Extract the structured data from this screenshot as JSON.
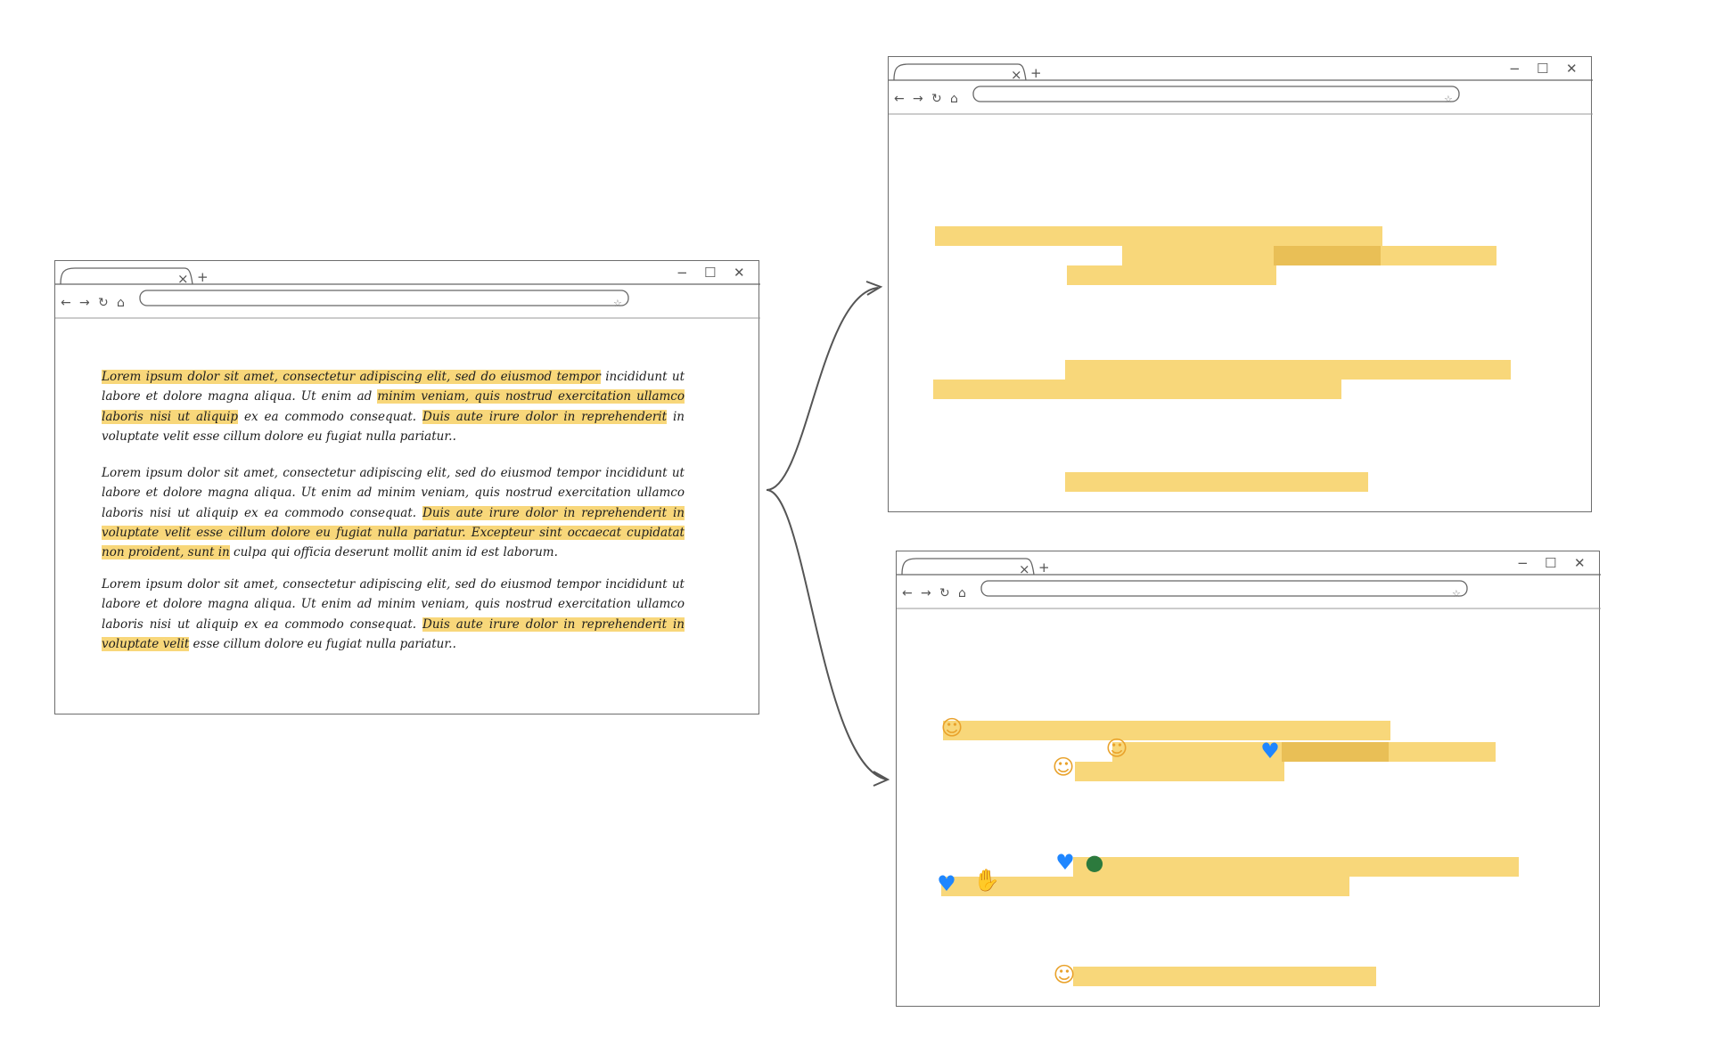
{
  "diagram": {
    "source_browser": {
      "paragraphs": [
        {
          "segments": [
            {
              "text": "Lorem ipsum dolor sit amet, consectetur adipiscing elit, sed do eiusmod tempor",
              "highlight": true
            },
            {
              "text": " incididunt ut labore et dolore magna aliqua. Ut enim ad ",
              "highlight": false
            },
            {
              "text": "minim veniam, quis nostrud exercitation ullamco laboris nisi ut aliquip",
              "highlight": true
            },
            {
              "text": " ex ea commodo consequat. ",
              "highlight": false
            },
            {
              "text": "Duis aute irure dolor in reprehenderit",
              "highlight": true
            },
            {
              "text": " in voluptate velit esse cillum dolore eu fugiat nulla pariatur..",
              "highlight": false
            }
          ]
        },
        {
          "segments": [
            {
              "text": "Lorem ipsum dolor sit amet, consectetur adipiscing elit, sed do eiusmod tempor incididunt ut labore et dolore magna aliqua. Ut enim ad minim veniam, quis nostrud exercitation ullamco laboris nisi ut aliquip ex ea commodo consequat. ",
              "highlight": false
            },
            {
              "text": "Duis aute irure dolor in reprehenderit in voluptate velit esse cillum dolore eu fugiat nulla pariatur. Excepteur sint occaecat cupidatat non proident, sunt in",
              "highlight": true
            },
            {
              "text": " culpa qui officia deserunt mollit anim id est laborum.",
              "highlight": false
            }
          ]
        },
        {
          "segments": [
            {
              "text": "Lorem ipsum dolor sit amet, consectetur adipiscing elit, sed do eiusmod tempor incididunt ut labore et dolore magna aliqua. Ut enim ad minim veniam, quis nostrud exercitation ullamco laboris nisi ut aliquip ex ea commodo consequat. ",
              "highlight": false
            },
            {
              "text": "Duis aute irure dolor in reprehenderit in voluptate velit",
              "highlight": true
            },
            {
              "text": " esse cillum dolore eu fugiat nulla pariatur..",
              "highlight": false
            }
          ]
        }
      ]
    },
    "browser_chrome": {
      "tab_close": "×",
      "new_tab": "+",
      "minimize": "−",
      "maximize": "☐",
      "close": "✕",
      "back": "←",
      "forward": "→",
      "reload": "↻",
      "home": "⌂",
      "bookmark": "☆"
    },
    "emoji_browser": {
      "emojis": [
        {
          "name": "exploding-head-emoji-1",
          "glyph": "☺"
        },
        {
          "name": "exploding-head-emoji-2",
          "glyph": "☺"
        },
        {
          "name": "exploding-head-emoji-3",
          "glyph": "☺"
        },
        {
          "name": "blue-heart-emoji-1",
          "glyph": "♥"
        },
        {
          "name": "blue-heart-emoji-2",
          "glyph": "♥"
        },
        {
          "name": "globe-emoji",
          "glyph": "●"
        },
        {
          "name": "blue-heart-emoji-3",
          "glyph": "♥"
        },
        {
          "name": "thumbs-up-emoji",
          "glyph": "✋"
        },
        {
          "name": "thinking-face-emoji",
          "glyph": "☺"
        }
      ]
    },
    "colors": {
      "highlight": "#f8d77a",
      "highlight_overlap": "#e9bf56",
      "frame_border": "#6d6d6d",
      "arrow": "#555555",
      "heart": "#1f86ff"
    }
  }
}
